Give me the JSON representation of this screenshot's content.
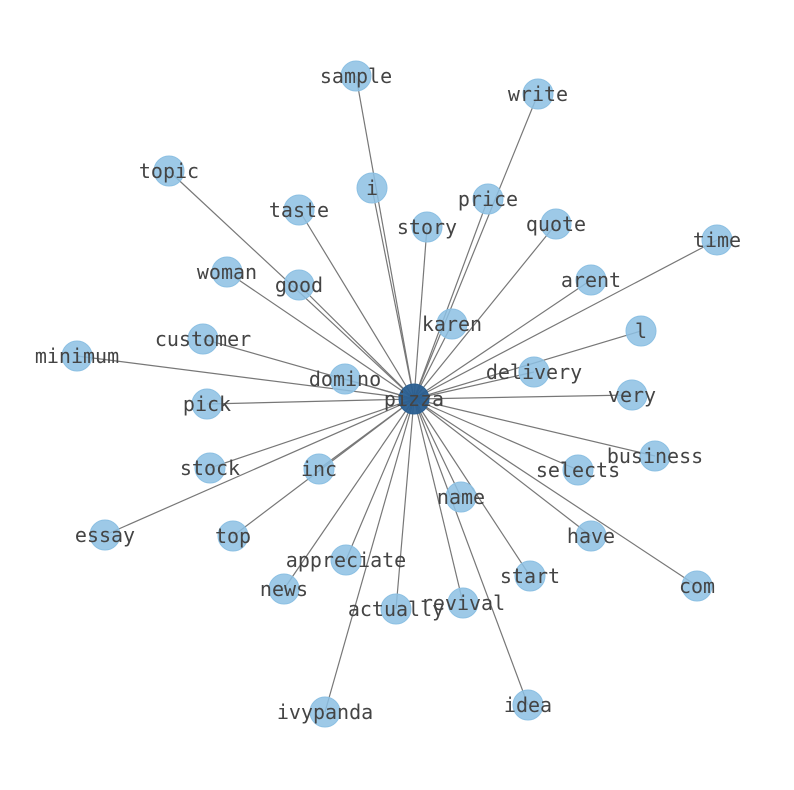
{
  "graph": {
    "center": "pizza",
    "nodes": [
      "sample",
      "write",
      "topic",
      "i",
      "price",
      "taste",
      "story",
      "quote",
      "time",
      "woman",
      "good",
      "arent",
      "karen",
      "l",
      "customer",
      "minimum",
      "domino",
      "delivery",
      "pick",
      "very",
      "business",
      "stock",
      "inc",
      "selects",
      "name",
      "essay",
      "top",
      "have",
      "appreciate",
      "news",
      "start",
      "com",
      "revival",
      "actually",
      "ivypanda",
      "idea"
    ]
  },
  "colors": {
    "node": "#8cc0e3",
    "center_node": "#2a5f91",
    "edge": "#777777",
    "label": "#444444"
  }
}
